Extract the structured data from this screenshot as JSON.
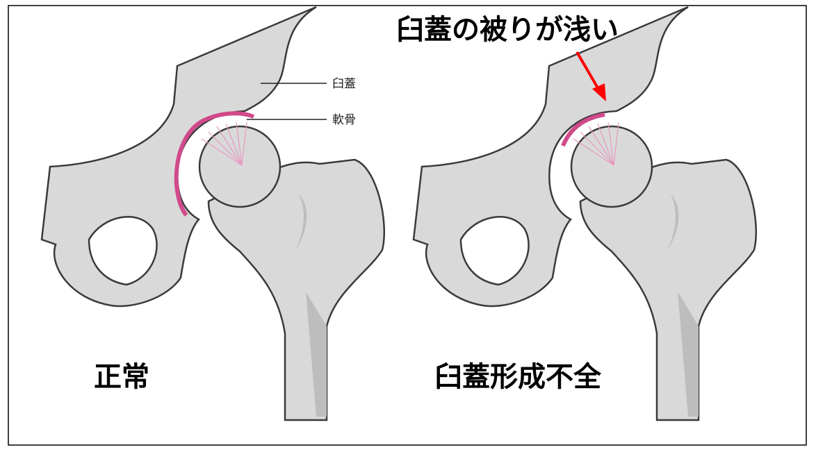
{
  "title": "臼蓋の被りが浅い",
  "labels": {
    "acetabulum": "臼蓋",
    "cartilage": "軟骨"
  },
  "captions": {
    "normal": "正常",
    "dysplasia": "臼蓋形成不全"
  },
  "colors": {
    "cartilage": "#d04a8a",
    "arrow": "#ff0000",
    "bone": "#d9d9d9"
  }
}
